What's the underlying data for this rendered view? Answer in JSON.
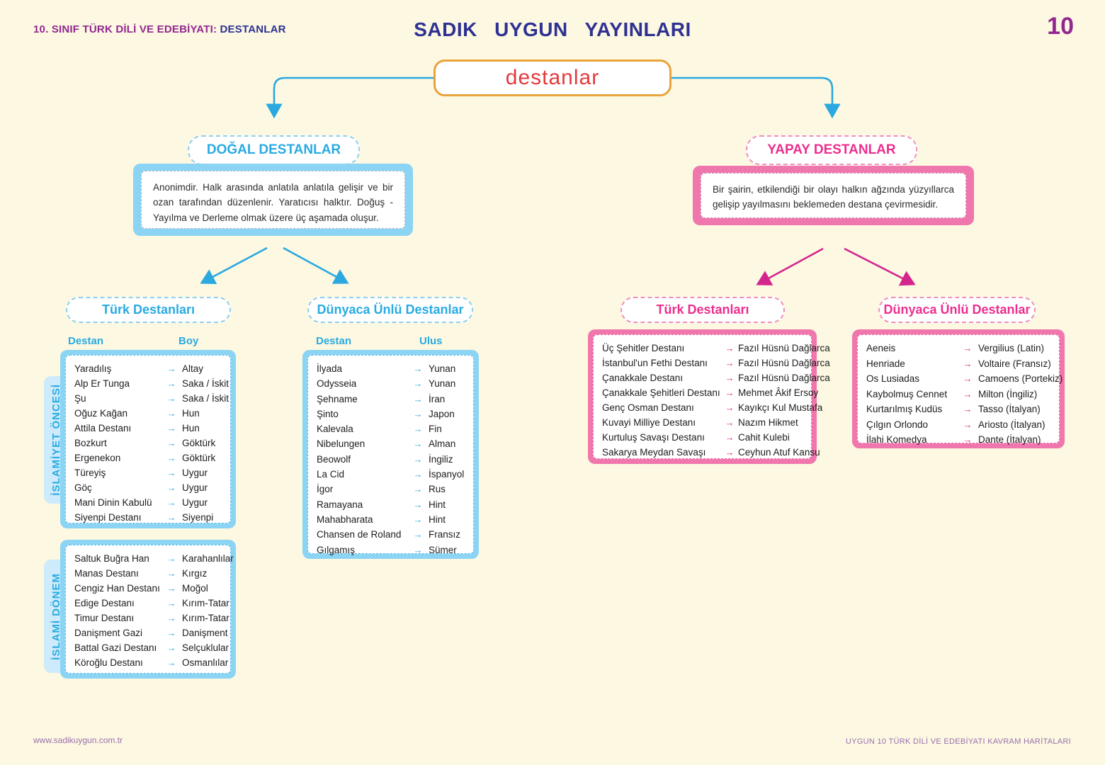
{
  "header": {
    "course_label": "10. SINIF TÜRK DİLİ VE EDEBİYATI: ",
    "course_topic": "DESTANLAR",
    "publisher": "SADIK UYGUN YAYINLARI",
    "page_number": "10"
  },
  "root": {
    "label": "destanlar"
  },
  "icons": {
    "arrow": "→"
  },
  "colors": {
    "background": "#FCF8E2",
    "cyan": "#29ABE2",
    "cyan_fill": "#8BD4F4",
    "pink": "#EC2E8F",
    "pink_fill": "#F077AD",
    "orange_border": "#E9A33B",
    "red_text": "#E23A3C",
    "navy": "#2E3192",
    "purple": "#93278F"
  },
  "natural": {
    "title": "DOĞAL DESTANLAR",
    "description": "Anonimdir. Halk arasında anlatıla anlatıla gelişir ve bir ozan tarafından düzenlenir. Yaratıcısı halktır. Doğuş - Yayılma ve Derleme olmak üzere üç aşamada oluşur.",
    "turkish": {
      "title": "Türk Destanları",
      "col_destan": "Destan",
      "col_boy": "Boy",
      "pre_islamic_label": "İSLAMİYET ÖNCESİ",
      "pre_islamic_rows": [
        {
          "name": "Yaradılış",
          "target": "Altay"
        },
        {
          "name": "Alp Er Tunga",
          "target": "Saka / İskit"
        },
        {
          "name": "Şu",
          "target": "Saka / İskit"
        },
        {
          "name": "Oğuz Kağan",
          "target": "Hun"
        },
        {
          "name": "Attila Destanı",
          "target": "Hun"
        },
        {
          "name": "Bozkurt",
          "target": "Göktürk"
        },
        {
          "name": "Ergenekon",
          "target": "Göktürk"
        },
        {
          "name": "Türeyiş",
          "target": "Uygur"
        },
        {
          "name": "Göç",
          "target": "Uygur"
        },
        {
          "name": "Mani Dinin Kabulü",
          "target": "Uygur"
        },
        {
          "name": "Siyenpi Destanı",
          "target": "Siyenpi"
        }
      ],
      "islamic_label": "İSLAMİ DÖNEM",
      "islamic_rows": [
        {
          "name": "Saltuk Buğra Han",
          "target": "Karahanlılar"
        },
        {
          "name": "Manas Destanı",
          "target": "Kırgız"
        },
        {
          "name": "Cengiz Han Destanı",
          "target": "Moğol"
        },
        {
          "name": "Edige Destanı",
          "target": "Kırım-Tatar"
        },
        {
          "name": "Timur Destanı",
          "target": "Kırım-Tatar"
        },
        {
          "name": "Danişment Gazi",
          "target": "Danişment"
        },
        {
          "name": "Battal Gazi Destanı",
          "target": "Selçuklular"
        },
        {
          "name": "Köroğlu Destanı",
          "target": "Osmanlılar"
        }
      ]
    },
    "world": {
      "title": "Dünyaca Ünlü Destanlar",
      "col_destan": "Destan",
      "col_ulus": "Ulus",
      "rows": [
        {
          "name": "İlyada",
          "target": "Yunan"
        },
        {
          "name": "Odysseia",
          "target": "Yunan"
        },
        {
          "name": "Şehname",
          "target": "İran"
        },
        {
          "name": "Şinto",
          "target": "Japon"
        },
        {
          "name": "Kalevala",
          "target": "Fin"
        },
        {
          "name": "Nibelungen",
          "target": "Alman"
        },
        {
          "name": "Beowolf",
          "target": "İngiliz"
        },
        {
          "name": "La Cid",
          "target": "İspanyol"
        },
        {
          "name": "İgor",
          "target": "Rus"
        },
        {
          "name": "Ramayana",
          "target": "Hint"
        },
        {
          "name": "Mahabharata",
          "target": "Hint"
        },
        {
          "name": "Chansen de Roland",
          "target": "Fransız"
        },
        {
          "name": "Gılgamış",
          "target": "Sümer"
        }
      ]
    }
  },
  "artificial": {
    "title": "YAPAY DESTANLAR",
    "description": "Bir şairin, etkilendiği bir olayı halkın ağzında yüzyıllarca gelişip yayılmasını beklemeden destana çevirmesidir.",
    "turkish": {
      "title": "Türk Destanları",
      "rows": [
        {
          "name": "Üç Şehitler Destanı",
          "target": "Fazıl Hüsnü Dağlarca"
        },
        {
          "name": "İstanbul'un Fethi Destanı",
          "target": "Fazıl Hüsnü Dağlarca"
        },
        {
          "name": "Çanakkale Destanı",
          "target": "Fazıl Hüsnü Dağlarca"
        },
        {
          "name": "Çanakkale Şehitleri Destanı",
          "target": "Mehmet Âkif Ersoy"
        },
        {
          "name": "Genç Osman Destanı",
          "target": "Kayıkçı Kul Mustafa"
        },
        {
          "name": "Kuvayi Milliye Destanı",
          "target": "Nazım Hikmet"
        },
        {
          "name": "Kurtuluş Savaşı Destanı",
          "target": "Cahit Kulebi"
        },
        {
          "name": "Sakarya Meydan Savaşı",
          "target": "Ceyhun Atuf Kansu"
        }
      ]
    },
    "world": {
      "title": "Dünyaca Ünlü Destanlar",
      "rows": [
        {
          "name": "Aeneis",
          "target": "Vergilius (Latin)"
        },
        {
          "name": "Henriade",
          "target": "Voltaire (Fransız)"
        },
        {
          "name": "Os Lusiadas",
          "target": "Camoens (Portekiz)"
        },
        {
          "name": "Kaybolmuş Cennet",
          "target": "Milton (İngiliz)"
        },
        {
          "name": "Kurtarılmış Kudüs",
          "target": "Tasso (İtalyan)"
        },
        {
          "name": "Çılgın Orlondo",
          "target": "Ariosto (İtalyan)"
        },
        {
          "name": "İlahi Komedya",
          "target": "Dante (İtalyan)"
        }
      ]
    }
  },
  "footer": {
    "website": "www.sadikuygun.com.tr",
    "series": "UYGUN 10 TÜRK DİLİ VE EDEBİYATI KAVRAM HARİTALARI"
  }
}
